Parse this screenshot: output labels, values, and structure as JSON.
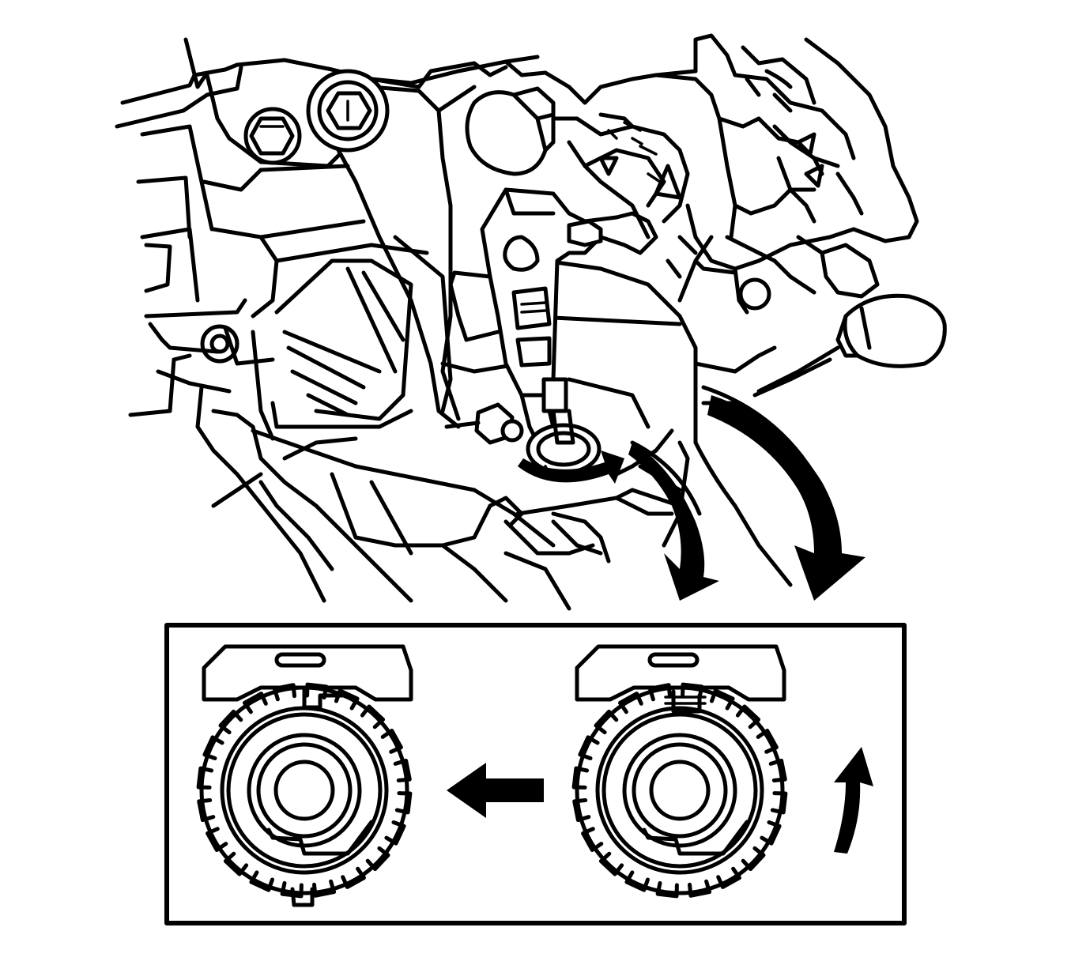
{
  "figure": {
    "type": "line-art service illustration",
    "colors": {
      "ink": "#000000",
      "paper": "#ffffff"
    },
    "parts": {
      "upper_view": [
        "pedal-bracket",
        "mounting-nut",
        "mounting-nut",
        "connector",
        "wiring-harness",
        "pedal-position-sensor-rod",
        "sensor-lock-ring",
        "pedal-pad",
        "rotation-arrow",
        "downward-arrow",
        "downward-arrow"
      ],
      "detail_inset": [
        "lock-ring-unlocked",
        "lock-ring-locked",
        "left-arrow",
        "rotate-arrow"
      ]
    }
  }
}
